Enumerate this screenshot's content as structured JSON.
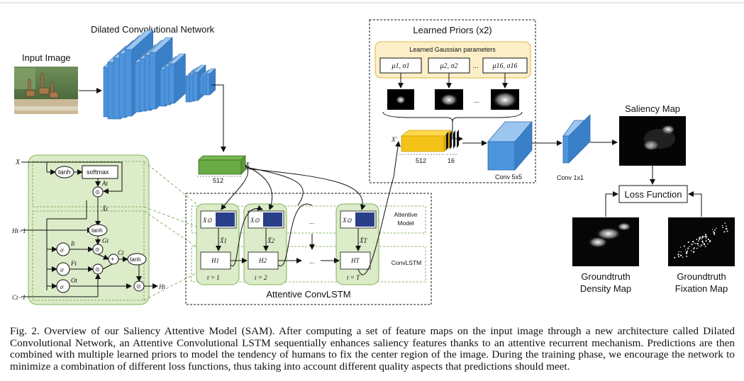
{
  "figure": {
    "input_image_label": "Input Image",
    "dcn_label": "Dilated Convolutional Network",
    "feature_channels": "512",
    "x_symbol": "X",
    "x_prime_symbol": "X'",
    "learned_priors_title": "Learned Priors (x2)",
    "gaussian_params_title": "Learned Gaussian parameters",
    "gaussian_params": [
      "μ1, σ1",
      "μ2, σ2",
      "...",
      "μ16, σ16"
    ],
    "dots": "...",
    "concat_channels_a": "512",
    "concat_channels_b": "16",
    "conv5_label": "Conv 5x5",
    "conv1_label": "Conv 1x1",
    "saliency_map_label": "Saliency Map",
    "loss_function_label": "Loss Function",
    "groundtruth_density_label": [
      "Groundtruth",
      "Density Map"
    ],
    "groundtruth_fixation_label": [
      "Groundtruth",
      "Fixation Map"
    ],
    "attentive_convlstm_label": "Attentive ConvLSTM",
    "attentive_model_label": [
      "Attentive",
      "Model"
    ],
    "convlstm_label": "ConvLSTM",
    "timesteps": [
      {
        "x_tilde": "X̃1",
        "h": "H1",
        "t": "t = 1"
      },
      {
        "x_tilde": "X̃2",
        "h": "H2",
        "t": "t = 2"
      },
      {
        "x_tilde": "X̃T",
        "h": "HT",
        "t": "t = T"
      }
    ],
    "att_box_text": "X⊙",
    "lstm_detail": {
      "x": "X",
      "tanh": "tanh",
      "softmax": "softmax",
      "A_t": "At",
      "X_tilde_t": "X̃t",
      "H_prev": "Ht−1",
      "C_prev": "Ct−1",
      "I_t": "It",
      "F_t": "Ft",
      "O_t": "Ot",
      "G_t": "Gt",
      "C_t": "Ct",
      "H_t": "Ht",
      "sigma": "σ",
      "odot": "⊙",
      "plus": "+"
    }
  },
  "caption": "Fig. 2.  Overview of our Saliency Attentive Model (SAM). After computing a set of feature maps on the input image through a new architecture called Dilated Convolutional Network, an Attentive Convolutional LSTM sequentially enhances saliency features thanks to an attentive recurrent mechanism. Predictions are then combined with multiple learned priors to model the tendency of humans to fix the center region of the image. During the training phase, we encourage the network to minimize a combination of different loss functions, thus taking into account different quality aspects that predictions should meet."
}
